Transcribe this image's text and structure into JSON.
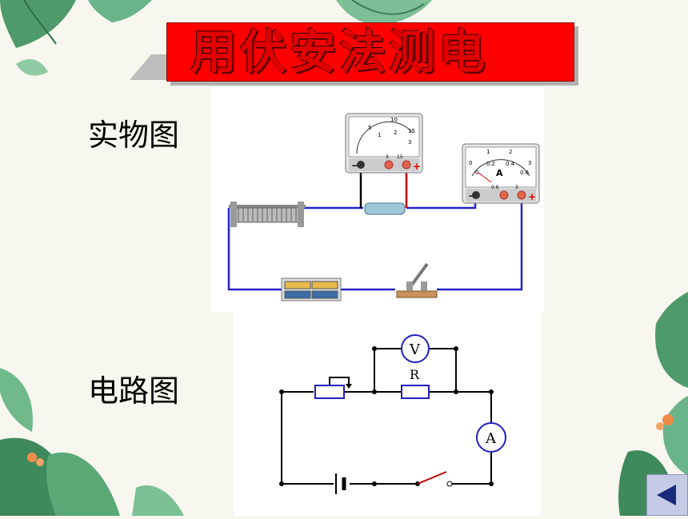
{
  "slide": {
    "title_line1": "用伏安法测电",
    "title_line2": "阻",
    "label_photo": "实物图",
    "label_diagram": "电路图"
  },
  "voltmeter": {
    "scale_top": [
      "5",
      "10",
      "15"
    ],
    "scale_bottom": [
      "1",
      "2",
      "3"
    ],
    "terminals": [
      "3",
      "15"
    ],
    "minus": "−",
    "plus": "+"
  },
  "ammeter": {
    "scale_top": [
      "1",
      "2",
      "3"
    ],
    "scale_bottom": [
      "0.2",
      "0.4",
      "0.6"
    ],
    "zero_top": "0",
    "zero_bottom": "0",
    "unit": "A",
    "terminals": [
      "0.6",
      "3"
    ],
    "minus": "−",
    "plus": "+"
  },
  "schematic": {
    "voltmeter_symbol": "V",
    "resistor_label": "R",
    "ammeter_symbol": "A"
  },
  "colors": {
    "title_bg": "#ff0000",
    "wire_blue": "#2020c0",
    "nav_button": "#c5cbe6"
  },
  "icons": {
    "nav_back": "triangle-left-icon"
  }
}
